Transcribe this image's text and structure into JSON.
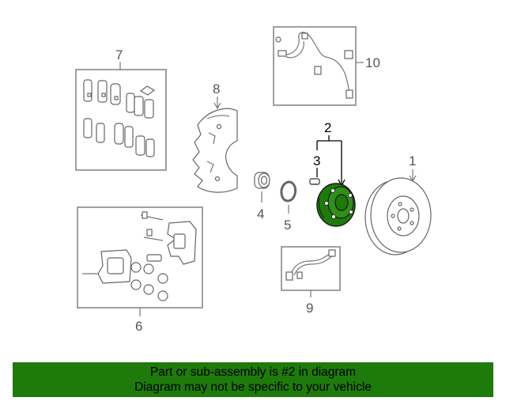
{
  "callouts": {
    "c1": "1",
    "c2": "2",
    "c3": "3",
    "c4": "4",
    "c5": "5",
    "c6": "6",
    "c7": "7",
    "c8": "8",
    "c9": "9",
    "c10": "10"
  },
  "highlight_part": "2",
  "colors": {
    "highlight_fill": "#1f7a0c",
    "banner_bg": "#1f7a0c",
    "line": "#777777",
    "text": "#555555"
  },
  "banner": {
    "line1": "Part or sub-assembly is #2 in diagram",
    "line2": "Diagram may not be specific to your vehicle"
  }
}
